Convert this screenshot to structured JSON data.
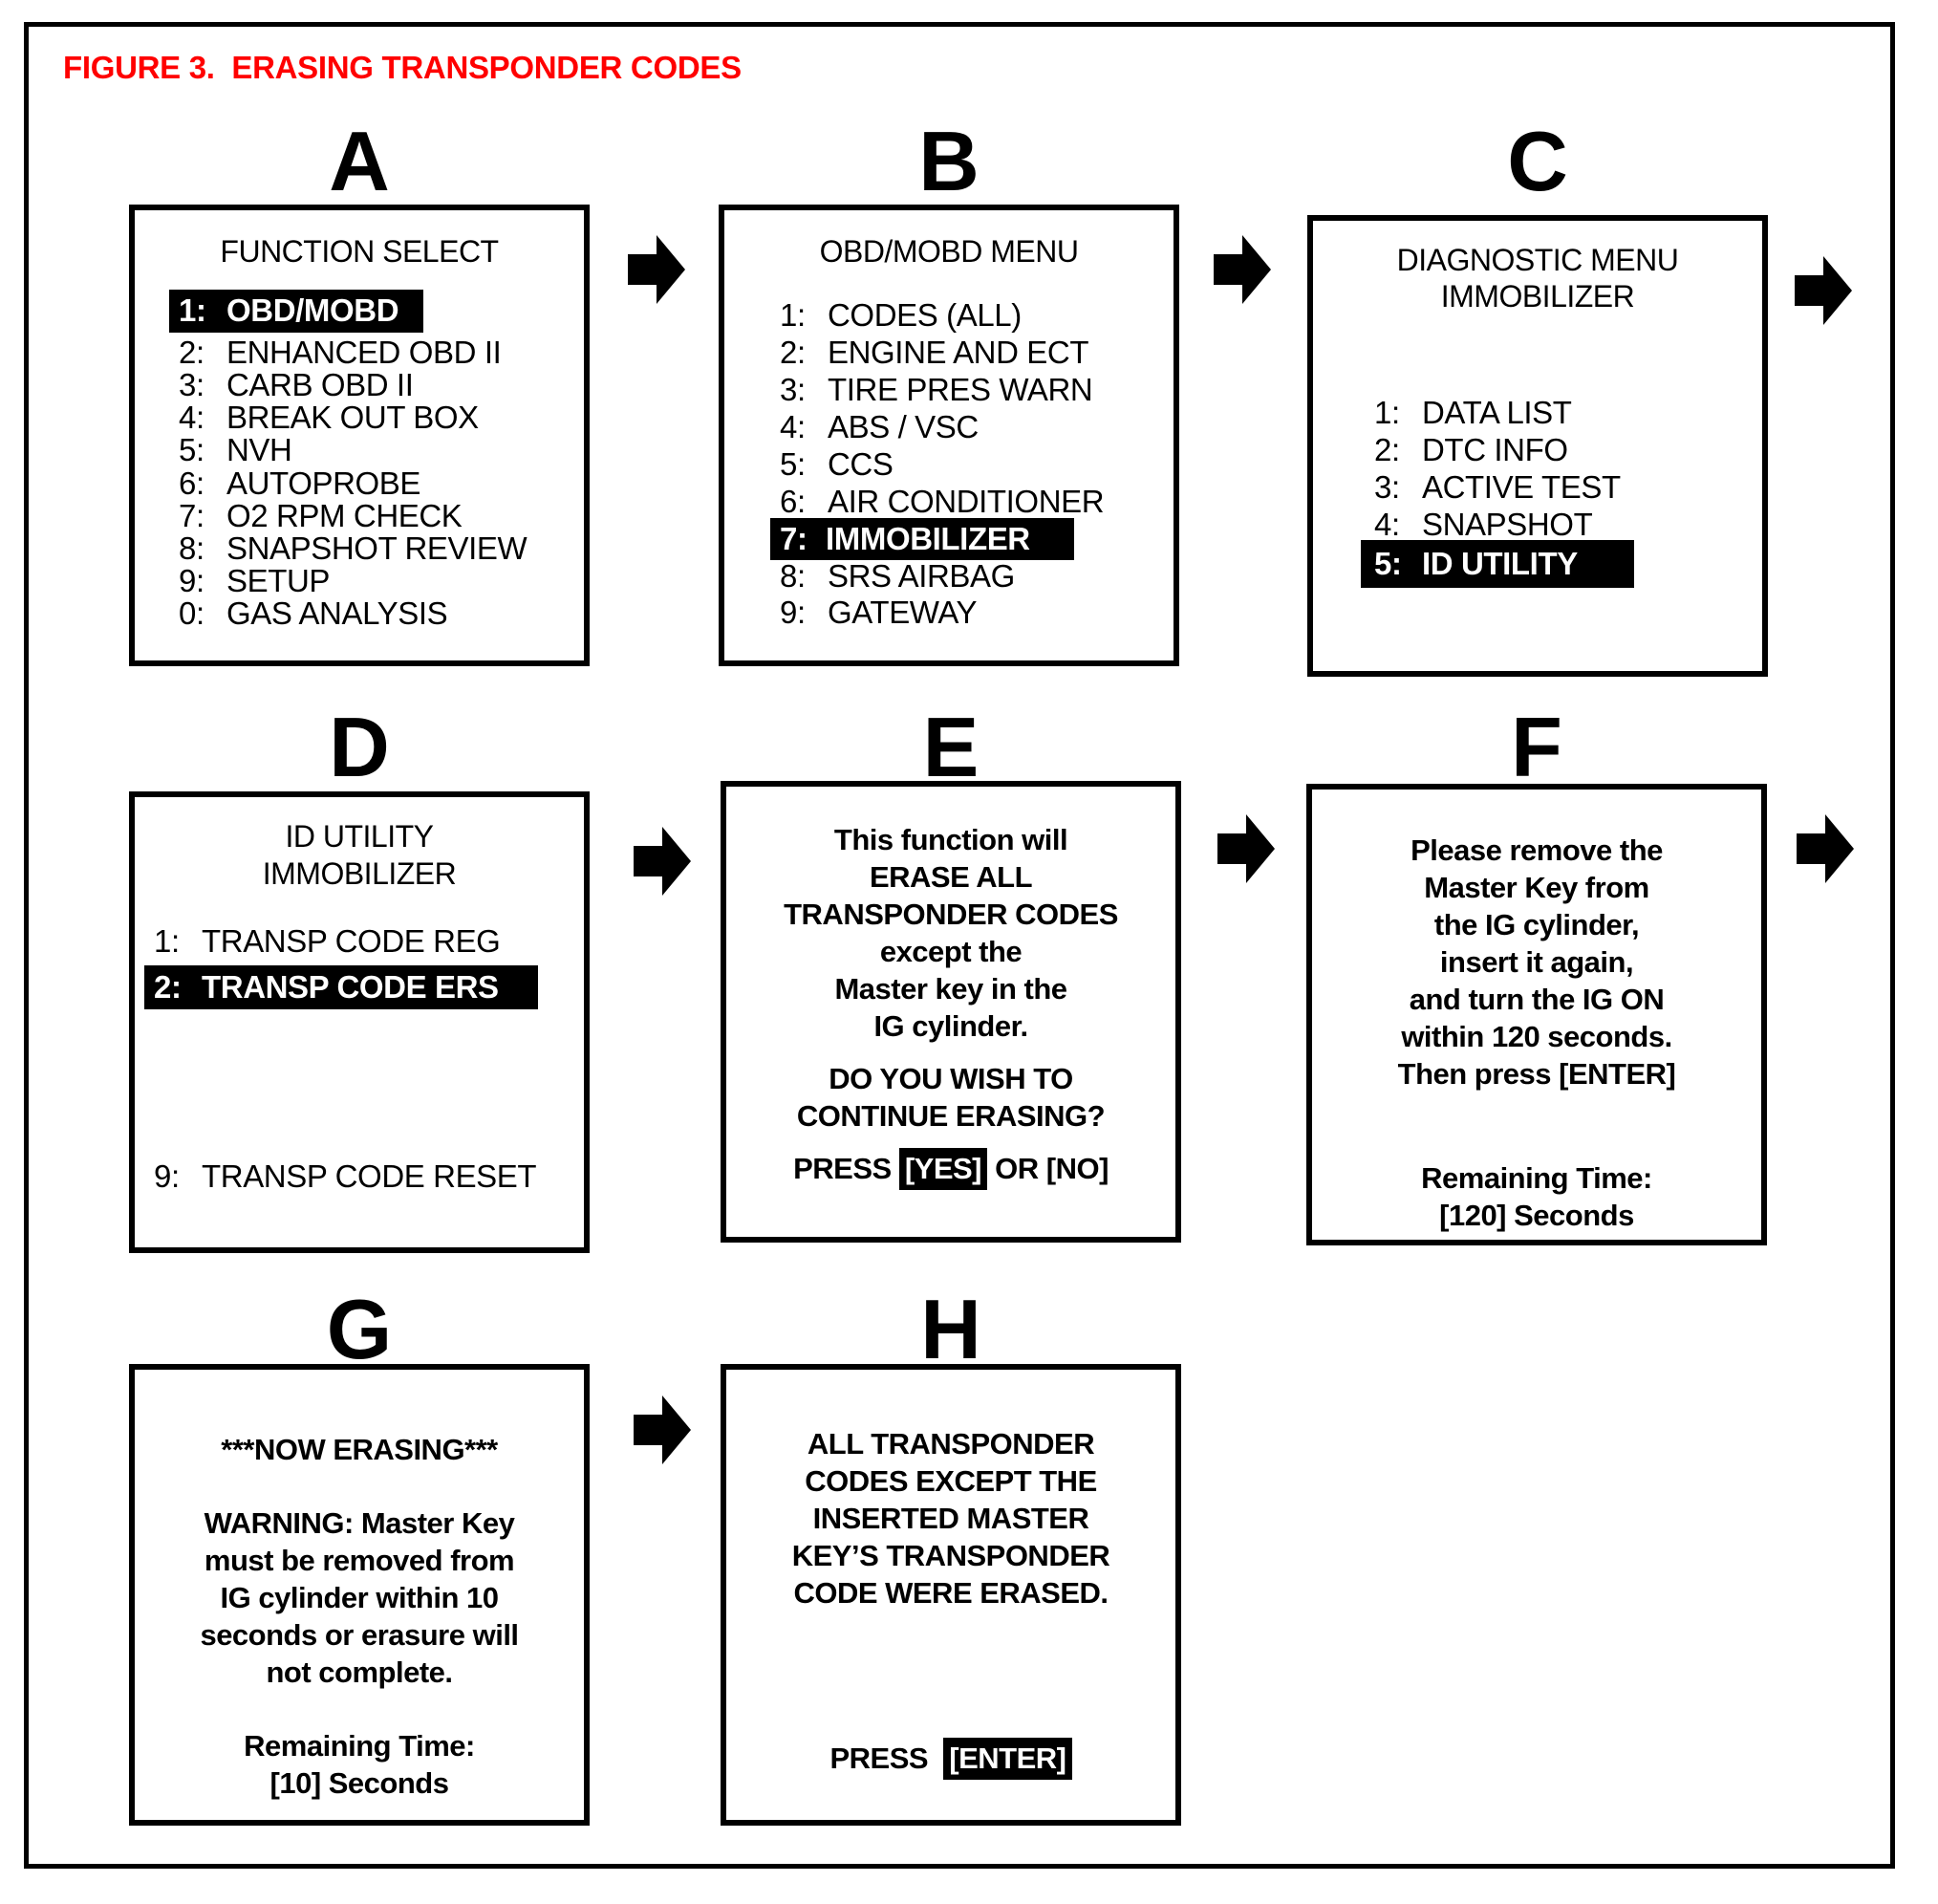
{
  "figure": {
    "title": "FIGURE 3.  ERASING TRANSPONDER CODES",
    "title_color": "#ff0000"
  },
  "panels": {
    "a": {
      "letter": "A",
      "title": "FUNCTION SELECT",
      "items": [
        {
          "num": "1:",
          "label": "OBD/MOBD",
          "selected": true
        },
        {
          "num": "2:",
          "label": "ENHANCED OBD II",
          "selected": false
        },
        {
          "num": "3:",
          "label": "CARB OBD II",
          "selected": false
        },
        {
          "num": "4:",
          "label": "BREAK OUT BOX",
          "selected": false
        },
        {
          "num": "5:",
          "label": "NVH",
          "selected": false
        },
        {
          "num": "6:",
          "label": "AUTOPROBE",
          "selected": false
        },
        {
          "num": "7:",
          "label": "O2 RPM CHECK",
          "selected": false
        },
        {
          "num": "8:",
          "label": "SNAPSHOT REVIEW",
          "selected": false
        },
        {
          "num": "9:",
          "label": "SETUP",
          "selected": false
        },
        {
          "num": "0:",
          "label": "GAS ANALYSIS",
          "selected": false
        }
      ]
    },
    "b": {
      "letter": "B",
      "title": "OBD/MOBD MENU",
      "items": [
        {
          "num": "1:",
          "label": "CODES (ALL)",
          "selected": false
        },
        {
          "num": "2:",
          "label": "ENGINE AND ECT",
          "selected": false
        },
        {
          "num": "3:",
          "label": "TIRE PRES WARN",
          "selected": false
        },
        {
          "num": "4:",
          "label": "ABS / VSC",
          "selected": false
        },
        {
          "num": "5:",
          "label": "CCS",
          "selected": false
        },
        {
          "num": "6:",
          "label": "AIR CONDITIONER",
          "selected": false
        },
        {
          "num": "7:",
          "label": "IMMOBILIZER",
          "selected": true
        },
        {
          "num": "8:",
          "label": "SRS AIRBAG",
          "selected": false
        },
        {
          "num": "9:",
          "label": "GATEWAY",
          "selected": false
        }
      ]
    },
    "c": {
      "letter": "C",
      "title": "DIAGNOSTIC MENU",
      "subtitle": "IMMOBILIZER",
      "items": [
        {
          "num": "1:",
          "label": "DATA LIST",
          "selected": false
        },
        {
          "num": "2:",
          "label": "DTC INFO",
          "selected": false
        },
        {
          "num": "3:",
          "label": "ACTIVE TEST",
          "selected": false
        },
        {
          "num": "4:",
          "label": "SNAPSHOT",
          "selected": false
        },
        {
          "num": "5:",
          "label": "ID UTILITY",
          "selected": true
        }
      ]
    },
    "d": {
      "letter": "D",
      "title": "ID UTILITY",
      "subtitle": "IMMOBILIZER",
      "items": [
        {
          "num": "1:",
          "label": "TRANSP CODE REG",
          "selected": false
        },
        {
          "num": "2:",
          "label": "TRANSP CODE ERS",
          "selected": true
        }
      ],
      "last_item": {
        "num": "9:",
        "label": "TRANSP CODE RESET",
        "selected": false
      }
    },
    "e": {
      "letter": "E",
      "lines": [
        "This function will",
        "ERASE ALL",
        "TRANSPONDER CODES",
        "except the",
        "Master key in the",
        "IG cylinder."
      ],
      "question_lines": [
        "DO YOU WISH TO",
        "CONTINUE ERASING?"
      ],
      "prompt_prefix": "PRESS ",
      "prompt_highlight": "[YES]",
      "prompt_suffix": " OR [NO]"
    },
    "f": {
      "letter": "F",
      "lines": [
        "Please remove the",
        "Master Key from",
        "the IG cylinder,",
        "insert it again,",
        "and turn the IG ON",
        "within 120 seconds.",
        "Then press [ENTER]"
      ],
      "timer_label": "Remaining Time:",
      "timer_value": "[120] Seconds"
    },
    "g": {
      "letter": "G",
      "status": "***NOW ERASING***",
      "lines": [
        "WARNING: Master Key",
        "must be removed from",
        "IG cylinder within 10",
        "seconds or erasure will",
        "not complete."
      ],
      "timer_label": "Remaining Time:",
      "timer_value": "[10] Seconds"
    },
    "h": {
      "letter": "H",
      "lines": [
        "ALL TRANSPONDER",
        "CODES EXCEPT THE",
        "INSERTED MASTER",
        "KEY’S TRANSPONDER",
        "CODE WERE ERASED."
      ],
      "prompt_prefix": "PRESS  ",
      "prompt_highlight": "[ENTER]"
    }
  },
  "arrows": {
    "ab": "arrow-right-icon",
    "bc": "arrow-right-icon",
    "cd": "arrow-right-icon",
    "de": "arrow-right-icon",
    "ef": "arrow-right-icon",
    "fg": "arrow-right-icon",
    "gh": "arrow-right-icon"
  }
}
